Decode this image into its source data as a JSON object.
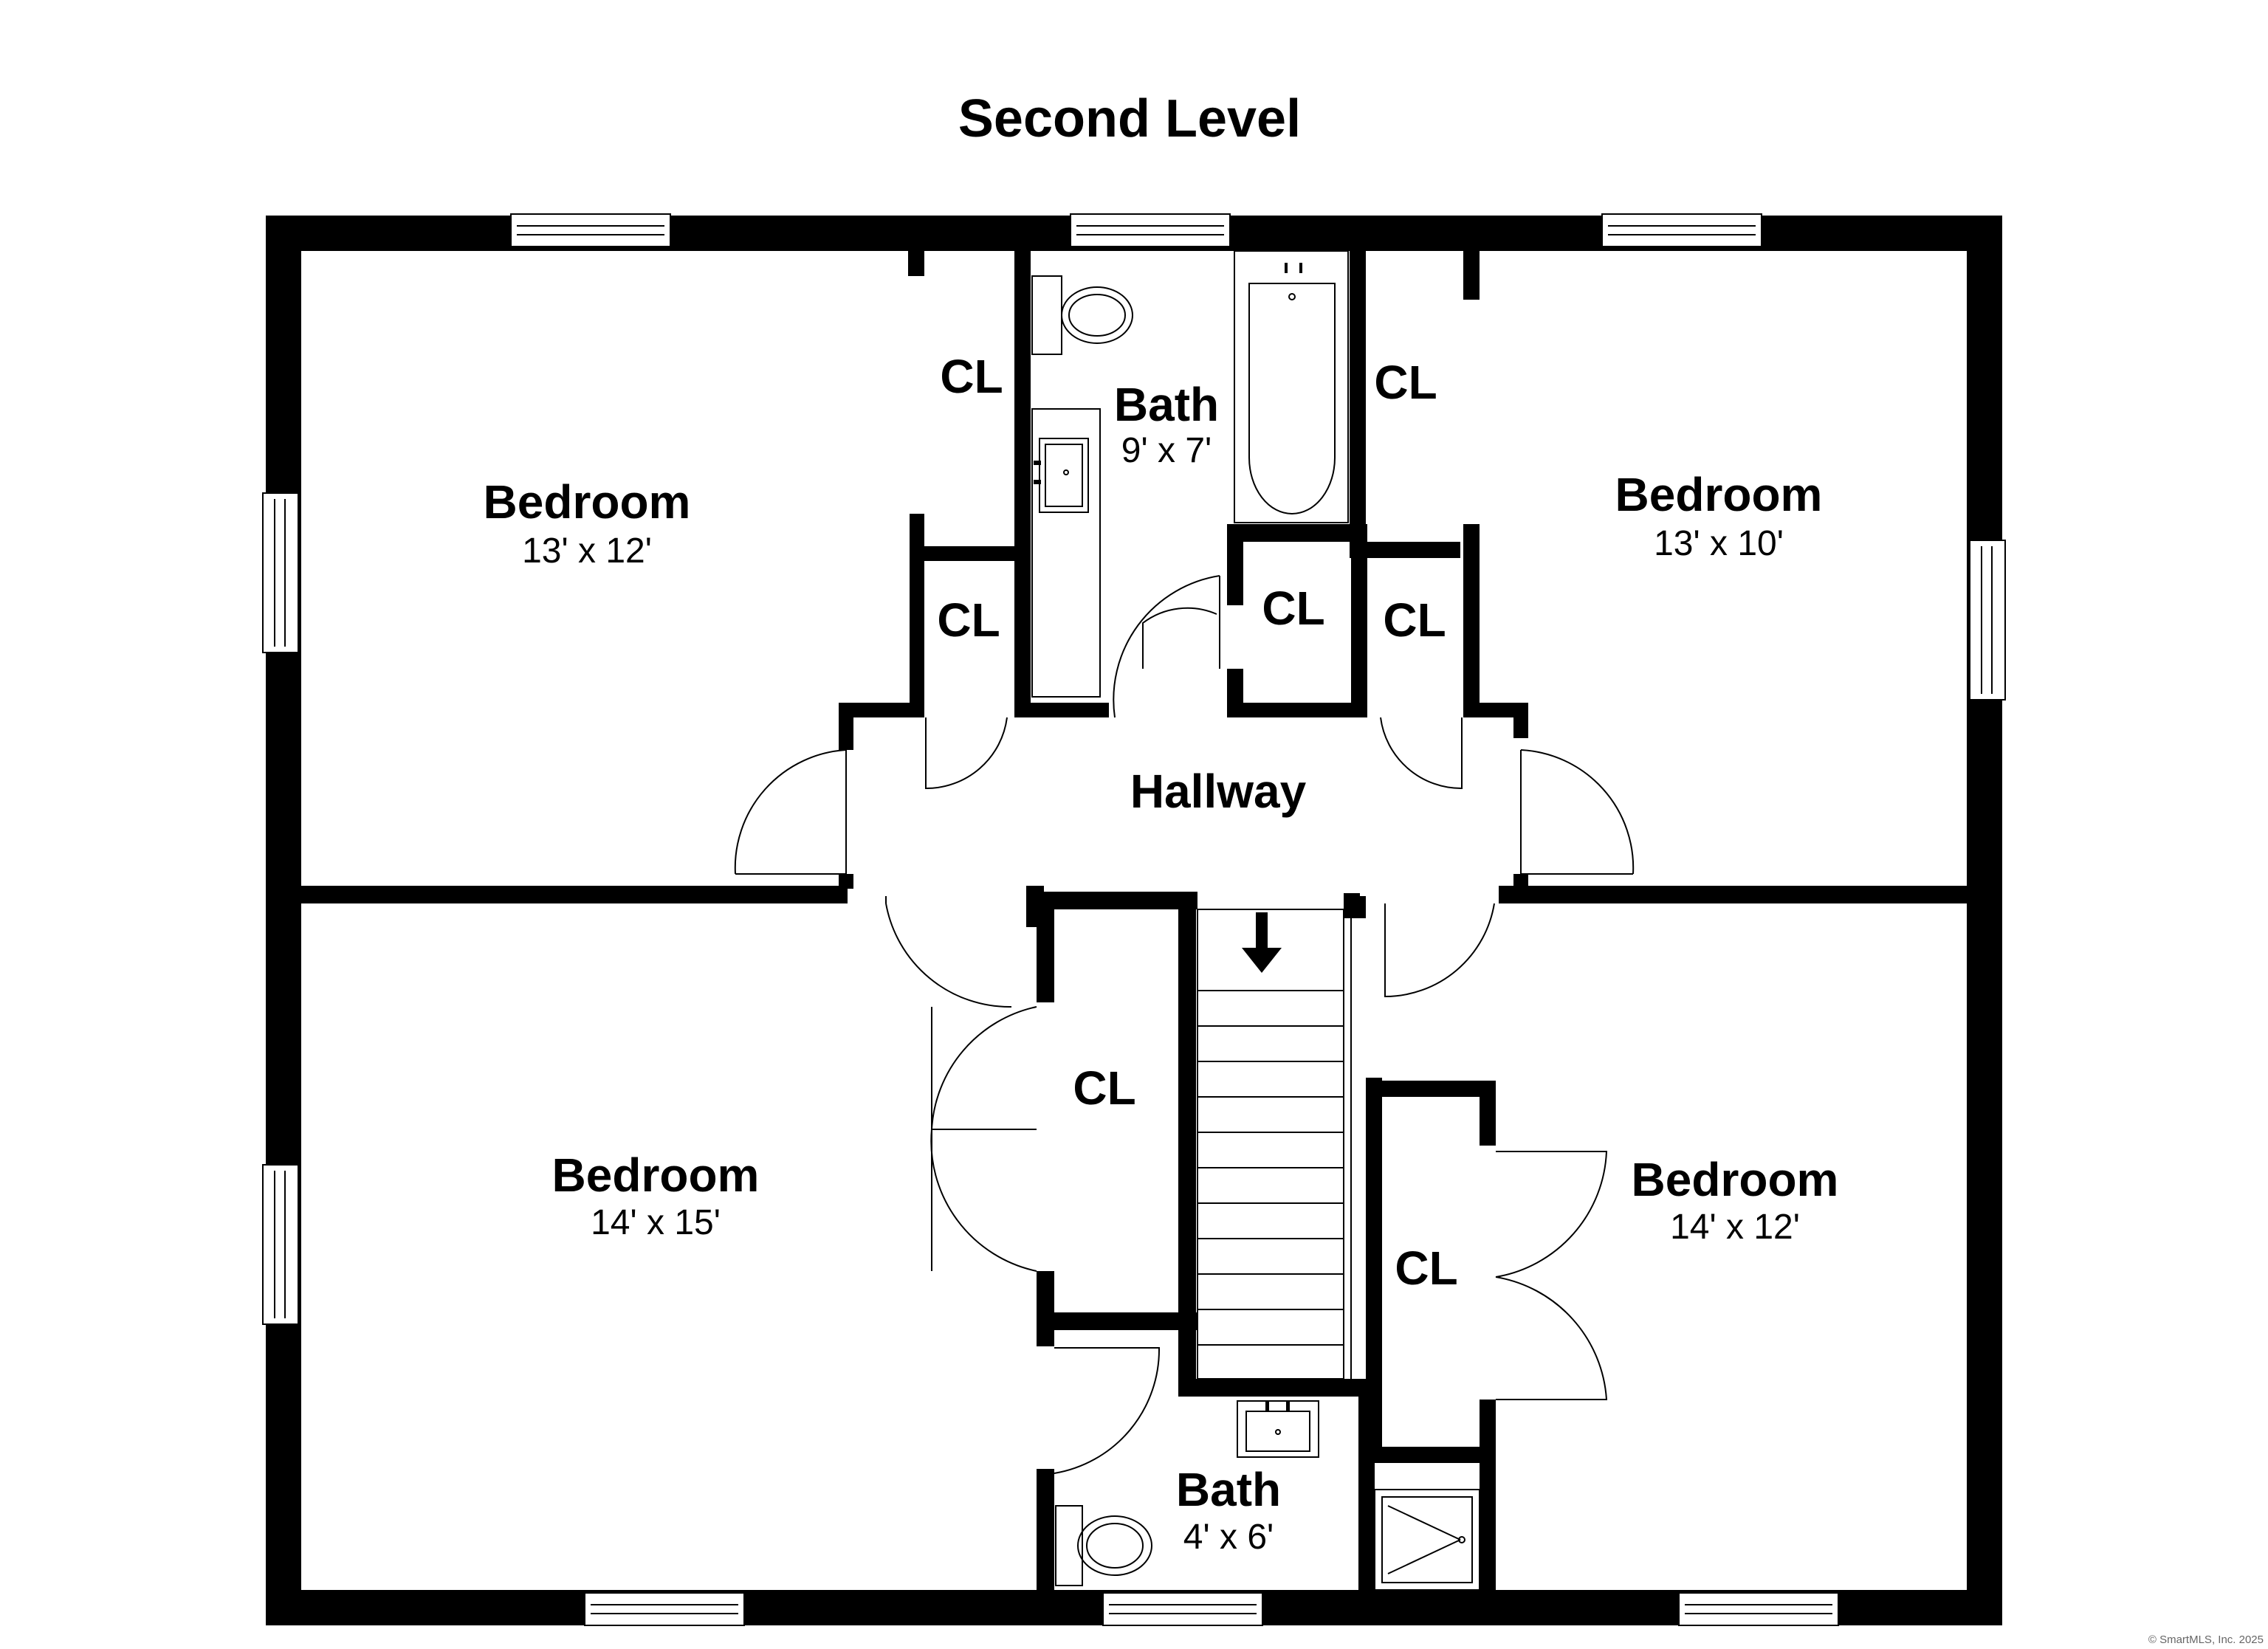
{
  "title": "Second Level",
  "copyright": "© SmartMLS, Inc. 2025",
  "rooms": {
    "bedroom_nw": {
      "name": "Bedroom",
      "dims": "13' x 12'"
    },
    "bedroom_ne": {
      "name": "Bedroom",
      "dims": "13' x 10'"
    },
    "bedroom_sw": {
      "name": "Bedroom",
      "dims": "14' x 15'"
    },
    "bedroom_se": {
      "name": "Bedroom",
      "dims": "14' x 12'"
    },
    "bath_upper": {
      "name": "Bath",
      "dims": "9' x 7'"
    },
    "bath_lower": {
      "name": "Bath",
      "dims": "4' x 6'"
    },
    "hallway": {
      "name": "Hallway"
    },
    "closet_label": "CL"
  },
  "stair_direction": "down-arrow-icon"
}
